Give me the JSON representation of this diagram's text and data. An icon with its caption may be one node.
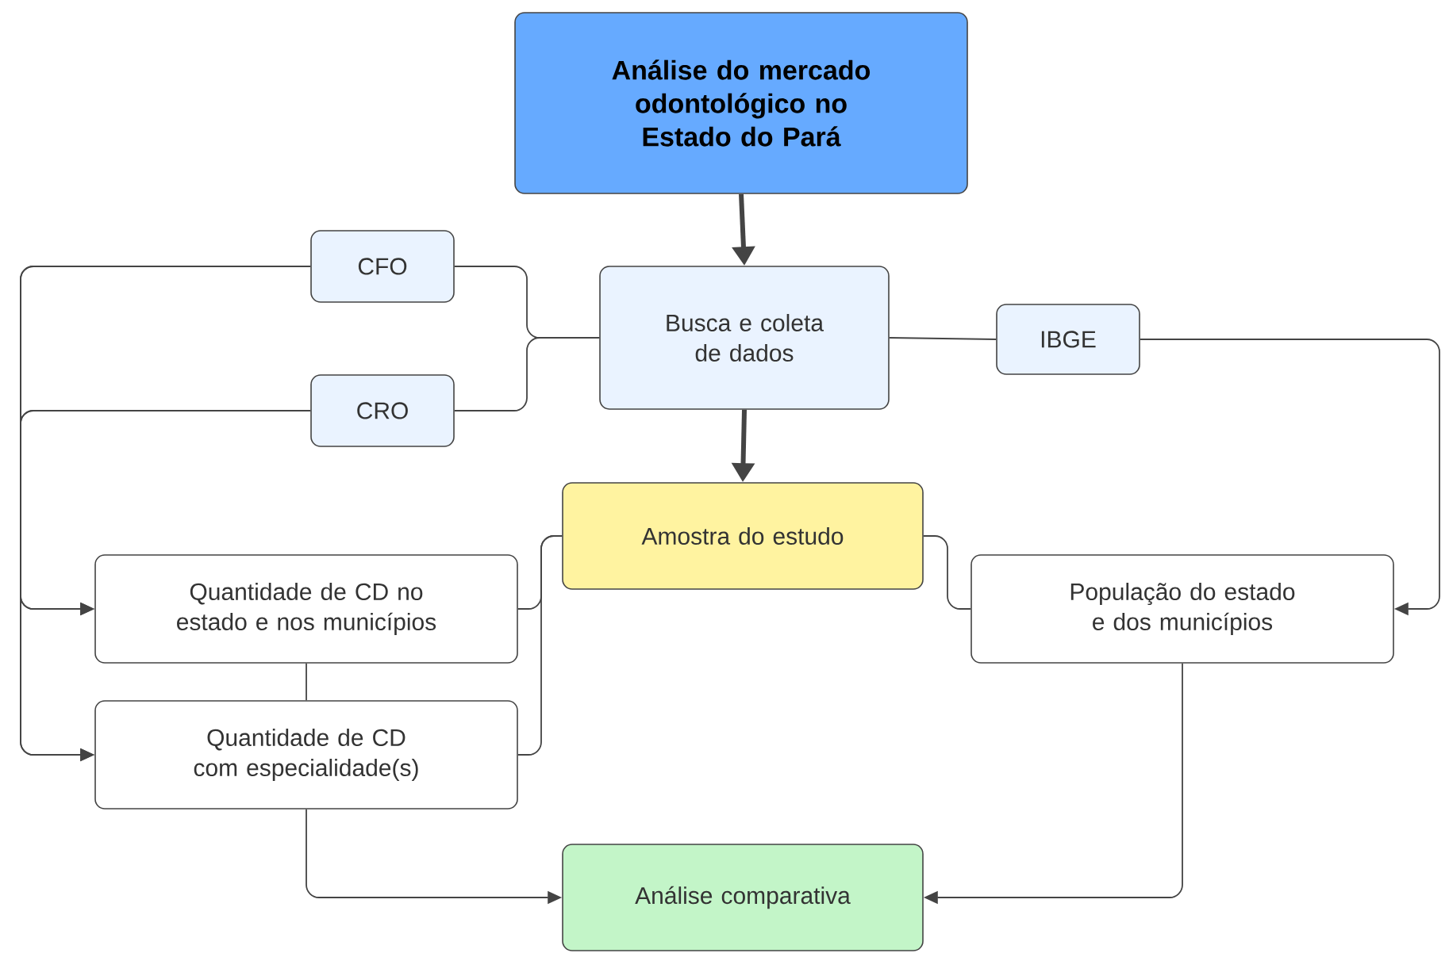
{
  "diagram": {
    "nodes": [
      {
        "text": [
          "Análise do mercado odontológico no Estado do Pará"
        ]
      },
      {
        "text": [
          "Busca e coleta de dados"
        ]
      },
      {
        "text": [
          "CFO"
        ]
      },
      {
        "text": [
          "CRO"
        ]
      },
      {
        "text": [
          "IBGE"
        ]
      },
      {
        "text": [
          "Amostra do estudo"
        ]
      },
      {
        "text": [
          "Quantidade de CD no estado e nos municípios"
        ]
      },
      {
        "text": [
          "Quantidade de CD com especialidade(s)"
        ]
      },
      {
        "text": [
          "População do estado e dos municípios"
        ]
      },
      {
        "text": [
          "Análise comparativa"
        ]
      }
    ],
    "edges": [
      {
        "from": 0,
        "to": 1,
        "arrow": "to",
        "style": "thick"
      },
      {
        "from": 1,
        "to": 5,
        "arrow": "to",
        "style": "thick"
      },
      {
        "from": 2,
        "to": 1,
        "arrow": "none"
      },
      {
        "from": 3,
        "to": 1,
        "arrow": "none"
      },
      {
        "from": 1,
        "to": 4,
        "arrow": "none"
      },
      {
        "from": 2,
        "to": 6,
        "arrow": "to"
      },
      {
        "from": 2,
        "to": 7,
        "arrow": "to"
      },
      {
        "from": 3,
        "to": 6,
        "arrow": "to"
      },
      {
        "from": 3,
        "to": 7,
        "arrow": "to"
      },
      {
        "from": 4,
        "to": 8,
        "arrow": "to"
      },
      {
        "from": 6,
        "to": 5,
        "arrow": "none"
      },
      {
        "from": 7,
        "to": 5,
        "arrow": "none"
      },
      {
        "from": 5,
        "to": 8,
        "arrow": "none"
      },
      {
        "from": 6,
        "to": 7,
        "arrow": "none"
      },
      {
        "from": 7,
        "to": 9,
        "arrow": "to"
      },
      {
        "from": 8,
        "to": 9,
        "arrow": "to"
      }
    ]
  }
}
